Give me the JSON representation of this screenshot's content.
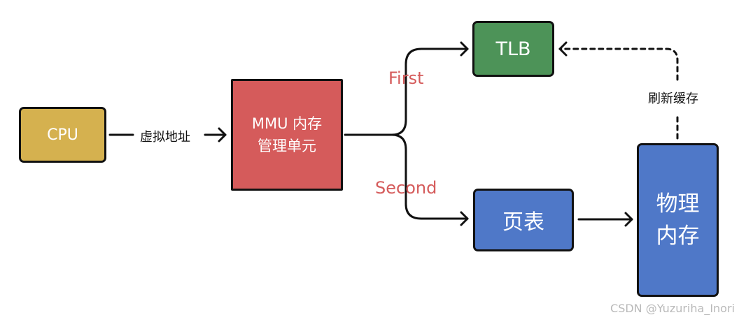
{
  "nodes": {
    "cpu": {
      "label": "CPU",
      "color": "#d5b14f"
    },
    "mmu": {
      "label_line1": "MMU 内存",
      "label_line2": "管理单元",
      "color": "#d55b5b"
    },
    "tlb": {
      "label": "TLB",
      "color": "#4d9358"
    },
    "page_table": {
      "label": "页表",
      "color": "#4f78c8"
    },
    "physical_memory": {
      "label_line1": "物理",
      "label_line2": "内存",
      "color": "#4f78c8"
    }
  },
  "edges": {
    "cpu_to_mmu": {
      "label": "虚拟地址",
      "style": "solid"
    },
    "mmu_to_tlb": {
      "label": "First",
      "style": "solid"
    },
    "mmu_to_page_table": {
      "label": "Second",
      "style": "solid"
    },
    "page_table_to_memory": {
      "style": "solid"
    },
    "memory_to_tlb": {
      "label": "刷新缓存",
      "style": "dashed"
    }
  },
  "colors": {
    "stroke": "#111111",
    "branch_label": "#d55b5b",
    "watermark": "#b9b9b9"
  },
  "watermark": "CSDN @Yuzuriha_Inori"
}
